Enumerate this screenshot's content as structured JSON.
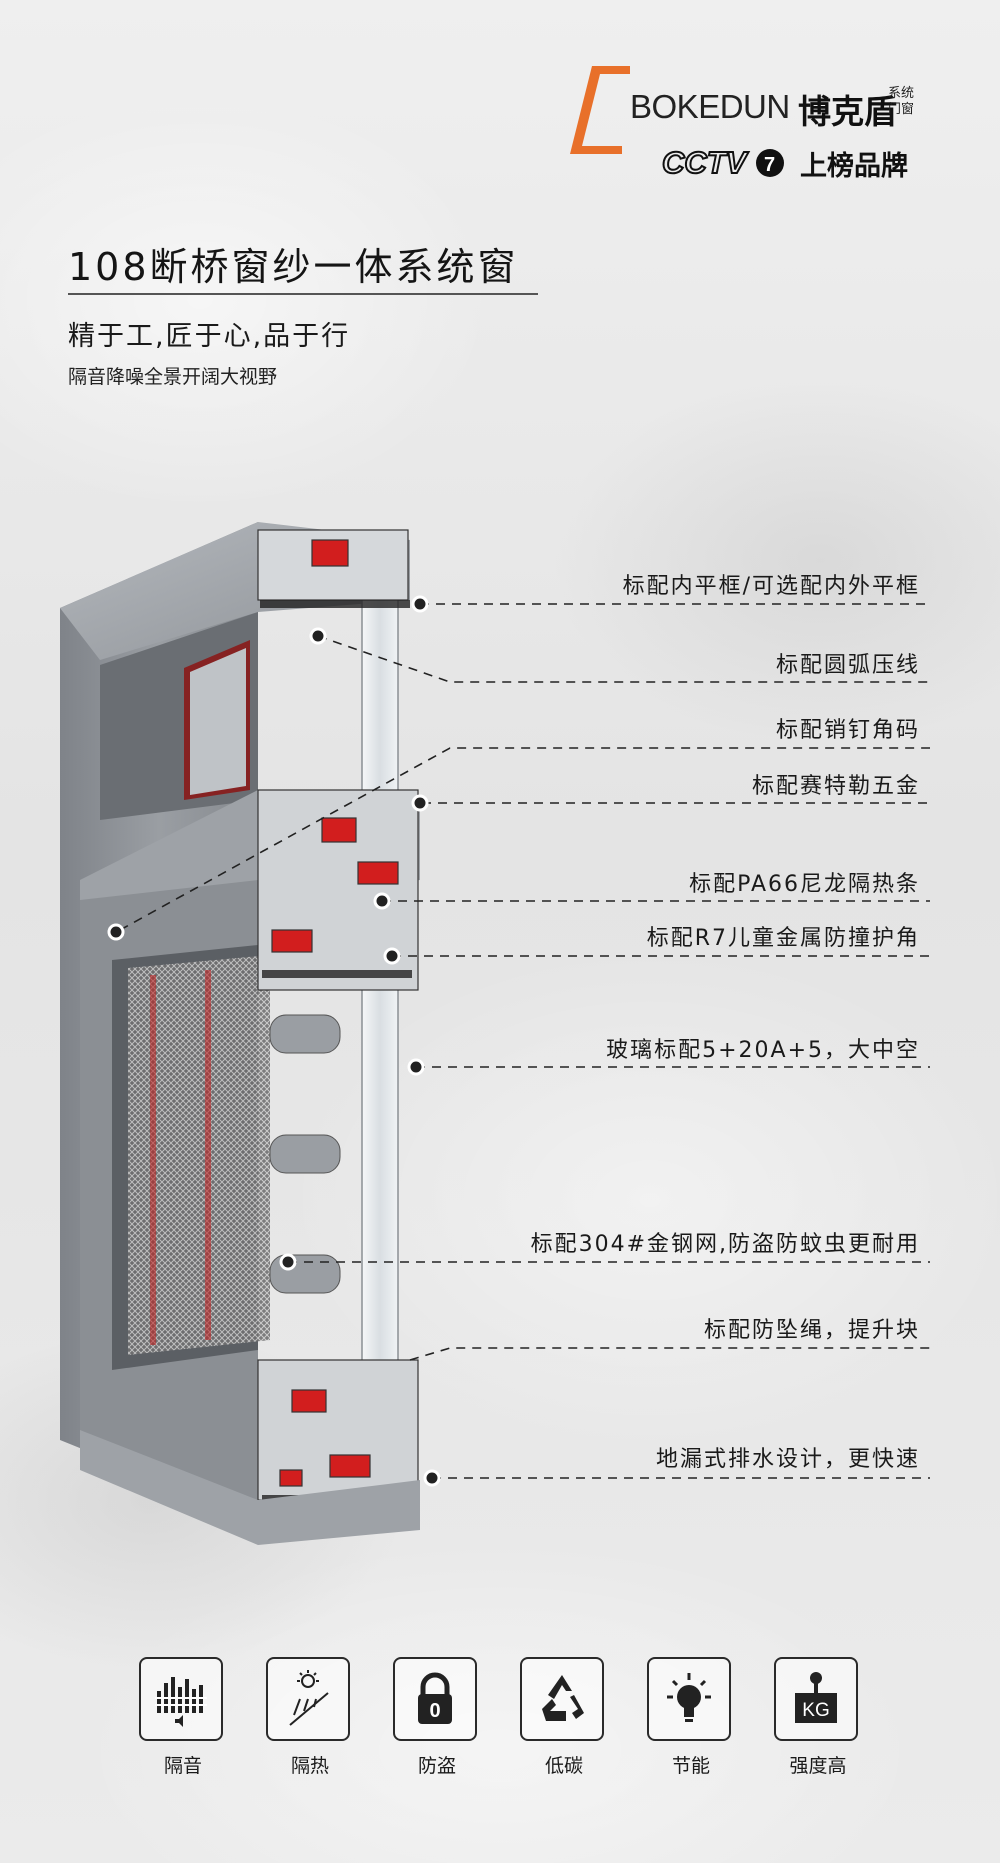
{
  "brand": {
    "name_en": "BOKEDUN",
    "name_cn": "博克盾",
    "sub": "系统门窗",
    "tv_logo": "CCTV",
    "tv_channel": "7",
    "tv_text": "上榜品牌",
    "accent_color": "#e8702a",
    "red_color": "#d21e1e"
  },
  "title": "108断桥窗纱一体系统窗",
  "slogan": "精于工,匠于心,品于行",
  "subslogan": "隔音降噪全景开阔大视野",
  "callouts": [
    "标配内平框/可选配内外平框",
    "标配圆弧压线",
    "标配销钉角码",
    "标配赛特勒五金",
    "标配PA66尼龙隔热条",
    "标配R7儿童金属防撞护角",
    "玻璃标配5+20A+5，大中空",
    "标配304#金钢网,防盗防蚊虫更耐用",
    "标配防坠绳，提升块",
    "地漏式排水设计，更快速"
  ],
  "features": [
    {
      "label": "隔音",
      "icon": "sound-insulation-icon"
    },
    {
      "label": "隔热",
      "icon": "heat-insulation-icon"
    },
    {
      "label": "防盗",
      "icon": "padlock-icon"
    },
    {
      "label": "低碳",
      "icon": "recycle-icon"
    },
    {
      "label": "节能",
      "icon": "lightbulb-icon"
    },
    {
      "label": "强度高",
      "icon": "weight-kg-icon"
    }
  ],
  "feature_weight_text": "KG",
  "feature_lock_text": "0"
}
